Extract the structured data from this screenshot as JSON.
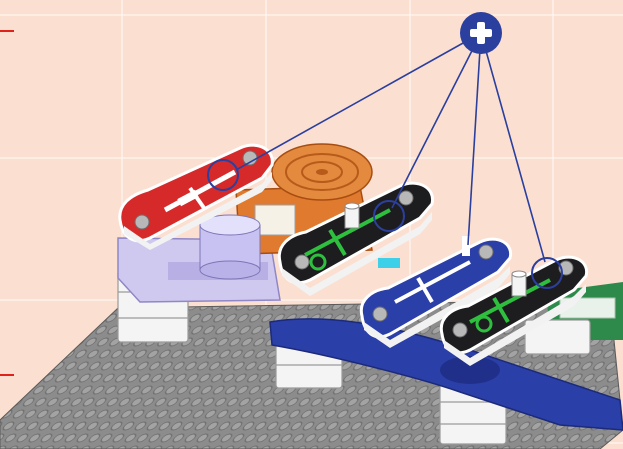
{
  "diagram": {
    "background_color": "#fbe0d2",
    "grid_color": "#ffffff",
    "baseplate_color": "#8c8c8c",
    "callout_color": "#2b3f9e",
    "margin_tick_color": "#e0231a",
    "callout_icon": "plus-icon",
    "components": [
      {
        "id": "red-snap-wire",
        "color": "#d62a2a",
        "polarity": "positive"
      },
      {
        "id": "orange-speaker",
        "color": "#e07a2e"
      },
      {
        "id": "lavender-connector",
        "color": "#cfc9ef"
      },
      {
        "id": "black-snap-wire-1",
        "color": "#1d1d1f",
        "marking_color": "#2fbf3f"
      },
      {
        "id": "blue-snap-wire",
        "color": "#2b3fa8"
      },
      {
        "id": "black-snap-wire-2",
        "color": "#1d1d1f",
        "marking_color": "#2fbf3f"
      },
      {
        "id": "green-board",
        "color": "#2e8a4a"
      }
    ],
    "callout_targets": 4
  }
}
